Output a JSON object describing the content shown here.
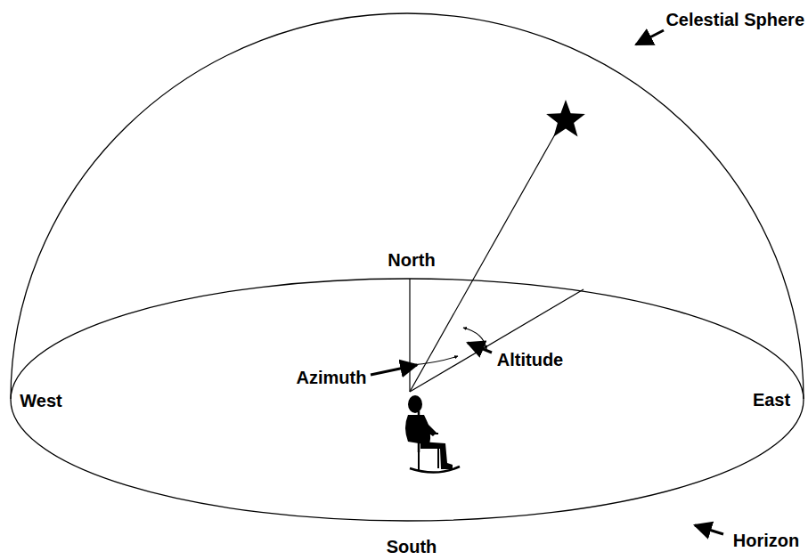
{
  "diagram": {
    "labels": [
      "Celestial Sphere",
      "North",
      "West",
      "East",
      "Azimuth",
      "Altitude",
      "Horizon",
      "South"
    ]
  }
}
